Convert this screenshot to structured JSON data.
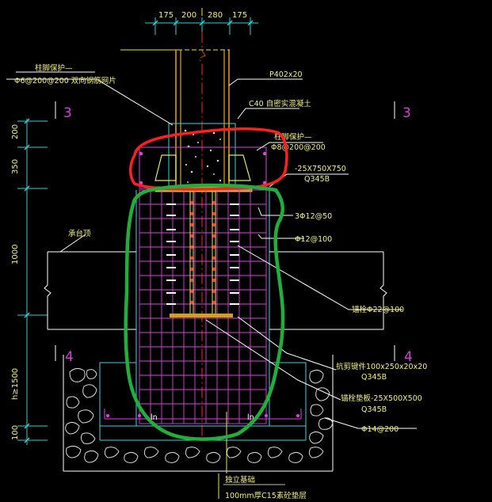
{
  "top_dimensions": [
    "175",
    "200",
    "280",
    "175"
  ],
  "left_dimensions": [
    "200",
    "350",
    "1000",
    "h≥1500",
    "100"
  ],
  "section_marks": {
    "upper_left": "3",
    "upper_right": "3",
    "lower_left": "4",
    "lower_right": "4"
  },
  "labels": {
    "column_protection": "柱脚保护—",
    "mesh_spec": "Φ6@200@200 双向钢筋网片",
    "pipe_column": "P402x20",
    "concrete_fill": "C40 自密实混凝土",
    "pier_protection": "柱脚保护—",
    "pier_stirrup": "Φ8@200@200",
    "base_plate": "-25X750X750",
    "base_plate_grade": "Q345B",
    "stirrup_top": "3Φ12@50",
    "stirrup_main": "Φ12@100",
    "left_ground": "承台顶",
    "anchor_bolt": "锚栓Φ22@100",
    "shear_key": "抗剪键件100x250x20x20",
    "shear_key_grade": "Q345B",
    "anchor_plate": "锚栓垫板-25X500X500",
    "anchor_plate_grade": "Q345B",
    "bottom_bar": "Φ14@200",
    "ln_label": "ln",
    "foundation": "独立基础",
    "cushion": "100mm厚C15素砼垫层"
  },
  "annotation_colors": {
    "red": "#ff1f1f",
    "green": "#1faf3a",
    "magenta": "#e040e0",
    "cyan": "#33d6e6",
    "yellow": "#e8e84a"
  }
}
